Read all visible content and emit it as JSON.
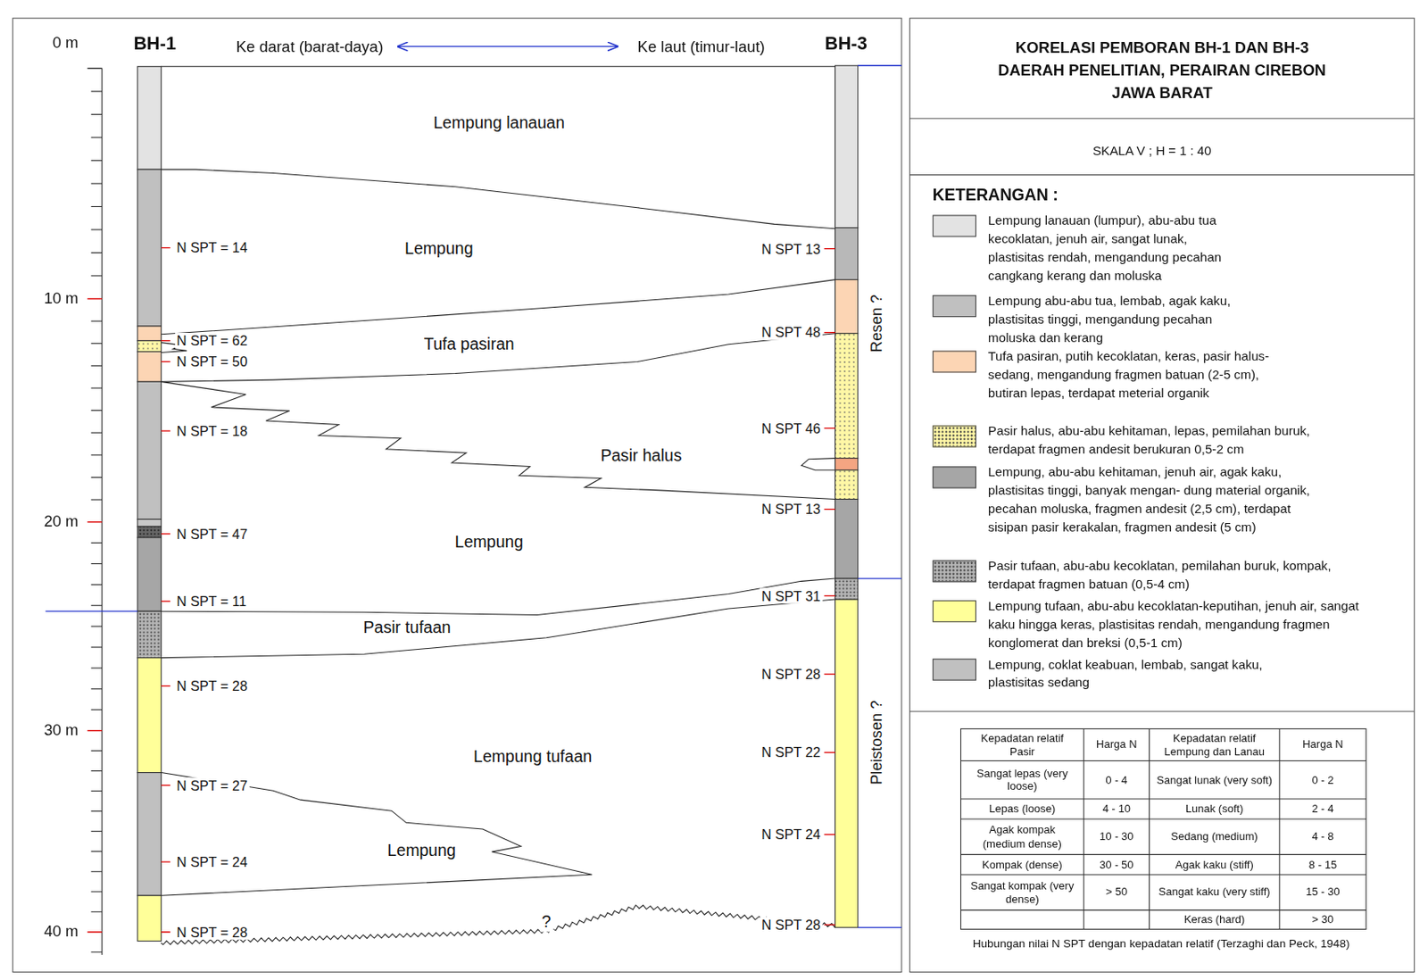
{
  "diagram": {
    "title": "KORELASI PEMBORAN BH-1 DAN BH-3 DAERAH PENELITIAN, PERAIRAN CIREBON JAWA BARAT",
    "caption": "Hubungan nilai N SPT dengan kepadatan relatif (Terzaghi dan Peck, 1948)",
    "labels": [
      "BH-1",
      "Ke darat (barat-daya)",
      "Ke laut (timur-laut)",
      "BH-3",
      "0 m",
      "10 m",
      "20 m",
      "30 m",
      "40 m",
      "Lempung lanauan",
      "Lempung",
      "Tufa pasiran",
      "Pasir halus",
      "Lempung",
      "Pasir tufaan",
      "Lempung tufaan",
      "Lempung",
      "N SPT = 14",
      "N SPT = 62",
      "N SPT = 50",
      "N SPT = 18",
      "N SPT = 47",
      "N SPT = 11",
      "N SPT = 28",
      "N SPT = 27",
      "N SPT = 24",
      "N SPT = 28",
      "N SPT 13",
      "N SPT 48",
      "N SPT 46",
      "N SPT 13",
      "N SPT 31",
      "N SPT 28",
      "N SPT 22",
      "N SPT 24",
      "N SPT 28",
      "Resen ?",
      "Pleistosen ?",
      "?",
      "SKALA V ; H = 1 : 40",
      "KETERANGAN :",
      "Kepadatan relatif Pasir",
      "Harga N",
      "Kepadatan relatif Lempung dan Lanau",
      "Harga N",
      "Sangat lepas (very loose)",
      "0 - 4",
      "Sangat lunak (very soft)",
      "0 - 2",
      "Lepas (loose)",
      "4 - 10",
      "Lunak (soft)",
      "2 - 4",
      "Agak kompak (medium dense)",
      "10 - 30",
      "Sedang (medium)",
      "4 - 8",
      "Kompak (dense)",
      "30 - 50",
      "Agak kaku (stiff)",
      "8 - 15",
      "Sangat kompak (very dense)",
      "> 50",
      "Sangat kaku (very stiff)",
      "15 - 30",
      "Keras (hard)",
      "> 30"
    ],
    "legend": [
      {
        "text": "Lempung lanauan (lumpur), abu-abu tua kecoklatan, jenuh air, sangat lunak, plastisitas rendah, mengandung pecahan cangkang kerang dan moluska",
        "color": "#e3e3e3"
      },
      {
        "text": "Lempung abu-abu tua, lembab, agak kaku, plastisitas tinggi, mengandung pecahan moluska dan kerang",
        "color": "#c0c0c0"
      },
      {
        "text": "Tufa pasiran, putih kecoklatan, keras, pasir halus-sedang, mengandung fragmen batuan (2-5 cm), butiran lepas, terdapat meterial organik",
        "color": "#fcd5b4"
      },
      {
        "text": "Pasir halus, abu-abu kehitaman, lepas, pemilahan buruk, terdapat fragmen andesit berukuran 0,5-2 cm",
        "color": "#fff7a6"
      },
      {
        "text": "Lempung, abu-abu kehitaman, jenuh air, agak kaku, plastisitas tinggi, banyak mengan- dung material organik, pecahan moluska, fragmen andesit (2,5 cm), terdapat sisipan pasir kerakalan, fragmen andesit (5 cm)",
        "color": "#a6a6a6"
      },
      {
        "text": "Pasir tufaan, abu-abu kecoklatan, pemilahan buruk, kompak, terdapat fragmen batuan (0,5-4 cm)",
        "color": "#b4b4b4"
      },
      {
        "text": "Lempung tufaan, abu-abu kecoklatan-keputihan, jenuh air, sangat kaku hingga keras, plastisitas rendah, mengandung fragmen konglomerat dan breksi (0,5-1 cm)",
        "color": "#ffff99"
      },
      {
        "text": "Lempung, coklat keabuan, lembab, sangat kaku, plastisitas sedang",
        "color": "#c0c0c0"
      }
    ]
  }
}
